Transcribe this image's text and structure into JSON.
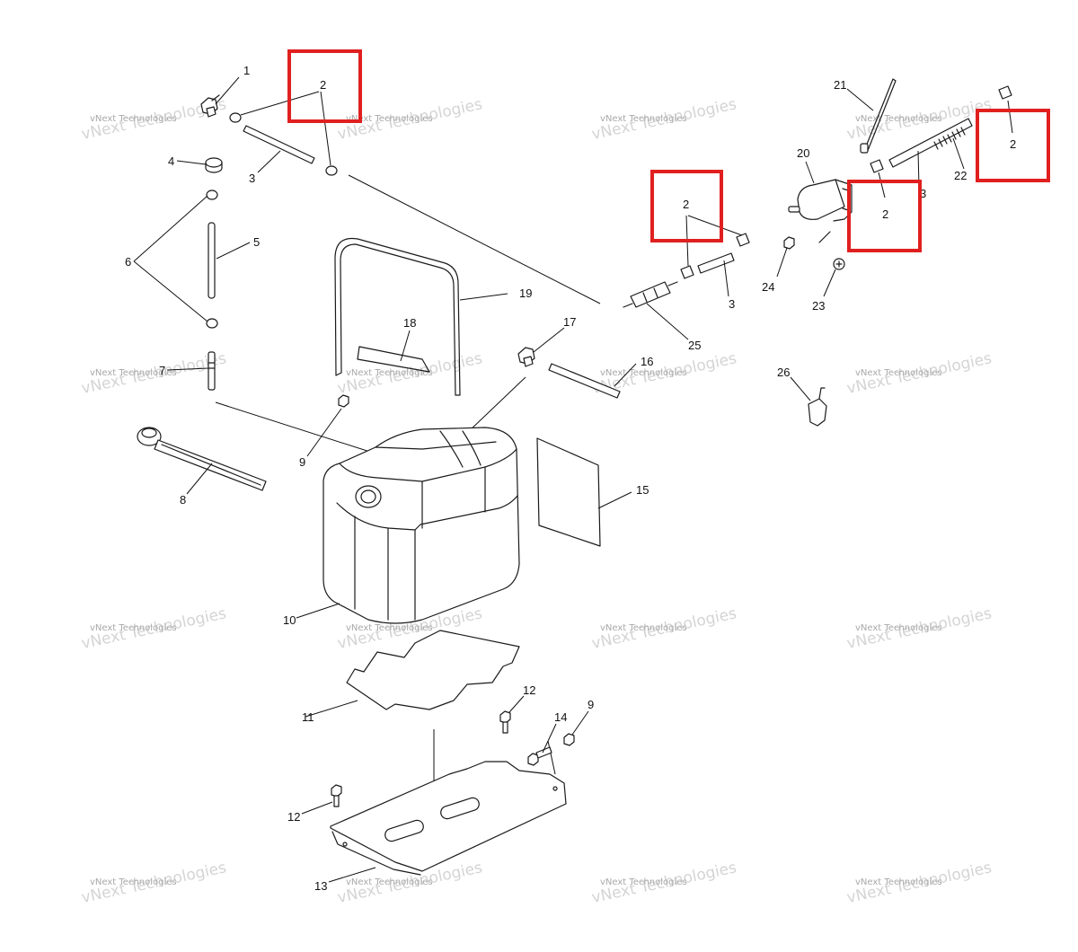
{
  "callouts": {
    "c1": "1",
    "c2a": "2",
    "c2b": "2",
    "c2c": "2",
    "c2d": "2",
    "c3a": "3",
    "c3b": "3",
    "c3c": "3",
    "c4": "4",
    "c5": "5",
    "c6": "6",
    "c7": "7",
    "c8": "8",
    "c9a": "9",
    "c9b": "9",
    "c10": "10",
    "c11": "11",
    "c12a": "12",
    "c12b": "12",
    "c13": "13",
    "c14": "14",
    "c15": "15",
    "c16": "16",
    "c17": "17",
    "c18": "18",
    "c19": "19",
    "c20": "20",
    "c21": "21",
    "c22": "22",
    "c23": "23",
    "c24": "24",
    "c25": "25",
    "c26": "26"
  },
  "watermark": {
    "line1": "vNext Technologies",
    "line2": "vNext Technologies"
  },
  "highlight_color": "#e0201f",
  "line_color": "#1a1a1a"
}
